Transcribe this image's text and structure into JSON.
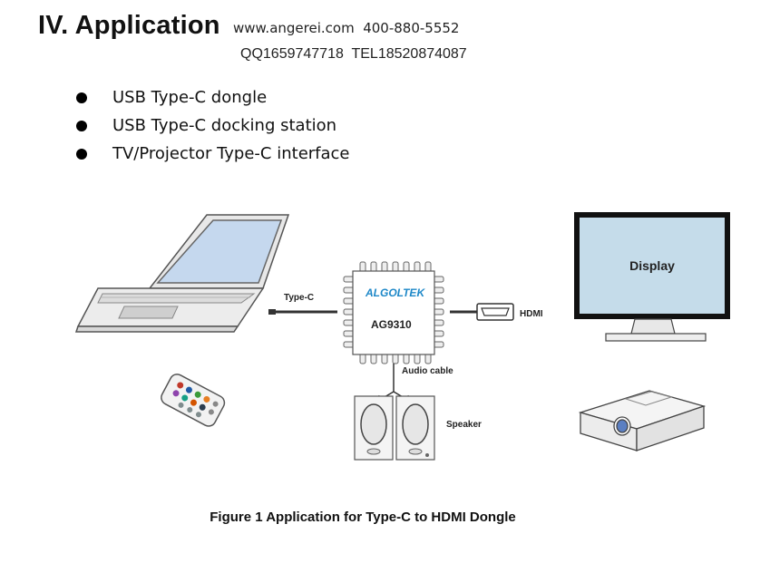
{
  "header": {
    "title": "IV. Application",
    "contact_line1": "www.angerei.com  400-880-5552",
    "contact_line2": "QQ1659747718  TEL18520874087"
  },
  "applications": [
    "USB Type-C dongle",
    "USB Type-C docking station",
    "TV/Projector Type-C interface"
  ],
  "diagram": {
    "chip_brand": "ALGOLTEK",
    "chip_model": "AG9310",
    "typec_label": "Type-C",
    "hdmi_label": "HDMI",
    "audio_label": "Audio cable",
    "speaker_label": "Speaker",
    "display_label": "Display"
  },
  "caption": "Figure 1 Application for Type-C to HDMI Dongle",
  "colors": {
    "screen_fill": "#c5dcea",
    "laptop_screen": "#c5d8ee",
    "brand_blue": "#1e88c8",
    "line": "#333333"
  }
}
